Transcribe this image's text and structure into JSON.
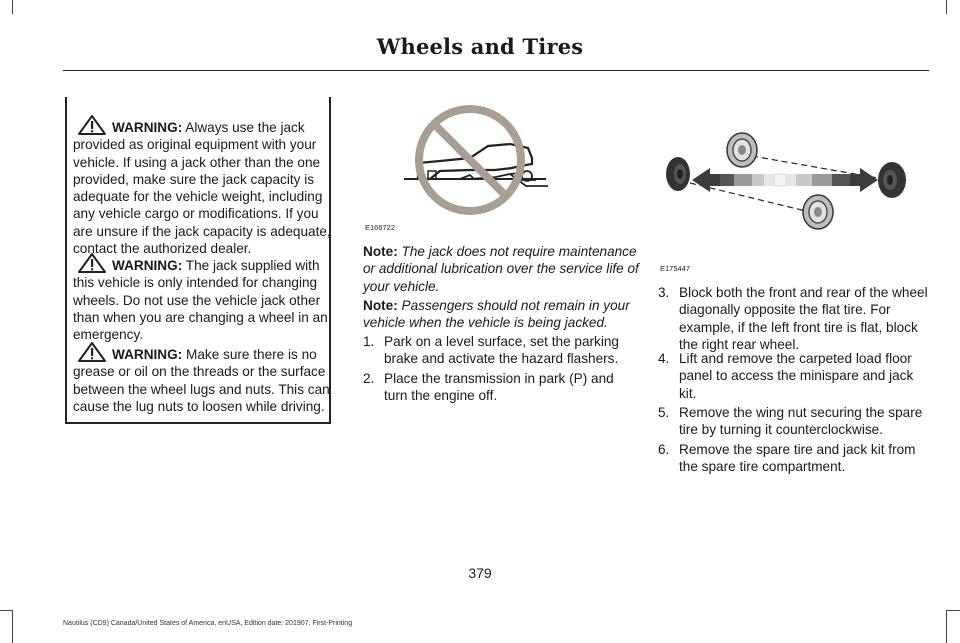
{
  "header": {
    "title": "Wheels and Tires"
  },
  "warnings": [
    {
      "label": "WARNING:",
      "text": "Always use the jack provided as original equipment with your vehicle. If using a jack other than the one provided, make sure the jack capacity is adequate for the vehicle weight, including any vehicle cargo or modifications. If you are unsure if the jack capacity is adequate, contact the authorized dealer."
    },
    {
      "label": "WARNING:",
      "text": "The jack supplied with this vehicle is only intended for changing wheels. Do not use the vehicle jack other than when you are changing a wheel in an emergency."
    },
    {
      "label": "WARNING:",
      "text": "Make sure there is no grease or oil on the threads or the surface between the wheel lugs and nuts. This can cause the lug nuts to loosen while driving."
    }
  ],
  "figures": [
    {
      "id": "E166722",
      "icon": "no-crawling-under-vehicle"
    },
    {
      "id": "E175447",
      "icon": "diagonal-wheel-blocking"
    }
  ],
  "notes": [
    {
      "label": "Note:",
      "text": "The jack does not require maintenance or additional lubrication over the service life of your vehicle."
    },
    {
      "label": "Note:",
      "text": "Passengers should not remain in your vehicle when the vehicle is being jacked."
    }
  ],
  "steps": [
    {
      "num": "1.",
      "text": "Park on a level surface, set the parking brake and activate the hazard flashers."
    },
    {
      "num": "2.",
      "text": "Place the transmission in park (P) and turn the engine off."
    },
    {
      "num": "3.",
      "text": "Block both the front and rear of the wheel diagonally opposite the flat tire. For example, if the left front tire is flat, block the right rear wheel."
    },
    {
      "num": "4.",
      "text": "Lift and remove the carpeted load floor panel to access the minispare and jack kit."
    },
    {
      "num": "5.",
      "text": "Remove the wing nut securing the spare tire by turning it counterclockwise."
    },
    {
      "num": "6.",
      "text": "Remove the spare tire and jack kit from the spare tire compartment."
    }
  ],
  "page": {
    "number": "379"
  },
  "footer": {
    "text": "Nautilus (CD9) Canada/United States of America, enUSA, Edition date: 201907, First-Printing"
  },
  "colors": {
    "prohibit_circle": "#a89f92",
    "arrow": "#3c3c3c",
    "text": "#1a1a1a"
  }
}
